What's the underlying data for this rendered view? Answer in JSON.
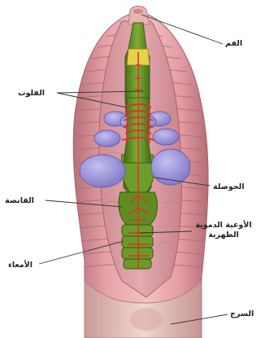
{
  "labels": {
    "mouth": "الفم",
    "hearts": "القلوب",
    "crop": "الحوصلة",
    "gizzard": "القانصة",
    "dorsal_vessels_line1": "الأوعية الدموية",
    "dorsal_vessels_line2": "الظهرية",
    "intestine": "الأمعاء",
    "clitellum": "السرج"
  },
  "colors": {
    "body_pink": "#e9a6a8",
    "body_shadow": "#c77f86",
    "organ_green": "#6d9a2a",
    "organ_purple": "#9b93d8",
    "blood_vessel_red": "#d9342e",
    "clitellum": "#e4c0bd"
  }
}
